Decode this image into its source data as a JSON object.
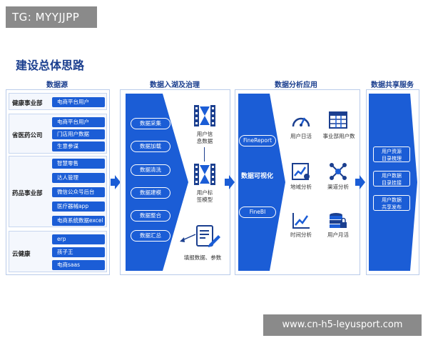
{
  "watermark_top": "TG: MYYJJPP",
  "watermark_bottom": "www.cn-h5-leyusport.com",
  "title": "建设总体思路",
  "sections": {
    "source": "数据源",
    "ingest": "数据入湖及治理",
    "analysis": "数据分析应用",
    "share": "数据共享服务"
  },
  "groups": [
    {
      "label": "健康事业部",
      "items": [
        "电商平台用户"
      ]
    },
    {
      "label": "省医药公司",
      "items": [
        "电商平台用户",
        "门店用户数据",
        "生意参谋"
      ]
    },
    {
      "label": "药品事业部",
      "items": [
        "智慧零售",
        "达人管理",
        "微信公众号后台",
        "医疗器械app",
        "电商系统数据excel"
      ]
    },
    {
      "label": "云健康",
      "items": [
        "erp",
        "孩子王",
        "电商saas"
      ]
    }
  ],
  "ingest_steps": [
    "数据采集",
    "数据加载",
    "数据清洗",
    "数据建模",
    "数据整合",
    "数据汇总"
  ],
  "ingest_icons": [
    {
      "icon": "film-strip-icon",
      "label_line1": "用户信",
      "label_line2": "息数据"
    },
    {
      "icon": "film-strip-icon",
      "label_line1": "用户标",
      "label_line2": "签模型"
    },
    {
      "icon": "form-edit-icon",
      "label_line1": "填报数据、参数",
      "label_line2": ""
    }
  ],
  "analysis_tools": [
    "FineReport",
    "FineBI"
  ],
  "analysis_center": "数据可视化",
  "analysis_icons": [
    {
      "icon": "gauge-icon",
      "label": "用户日活"
    },
    {
      "icon": "table-icon",
      "label": "事业部用户数"
    },
    {
      "icon": "trend-chart-icon",
      "label": "地域分析"
    },
    {
      "icon": "network-icon",
      "label": "渠道分析"
    },
    {
      "icon": "line-chart-icon",
      "label": "时间分析"
    },
    {
      "icon": "database-lock-icon",
      "label": "用户月活"
    }
  ],
  "share_items": [
    {
      "line1": "用户资源",
      "line2": "目录梳理"
    },
    {
      "line1": "用户数据",
      "line2": "目录挂接"
    },
    {
      "line1": "用户数据",
      "line2": "共享发布"
    }
  ],
  "colors": {
    "primary": "#1b5dd6",
    "title": "#1b3f8f",
    "frame": "#b9cbea"
  }
}
